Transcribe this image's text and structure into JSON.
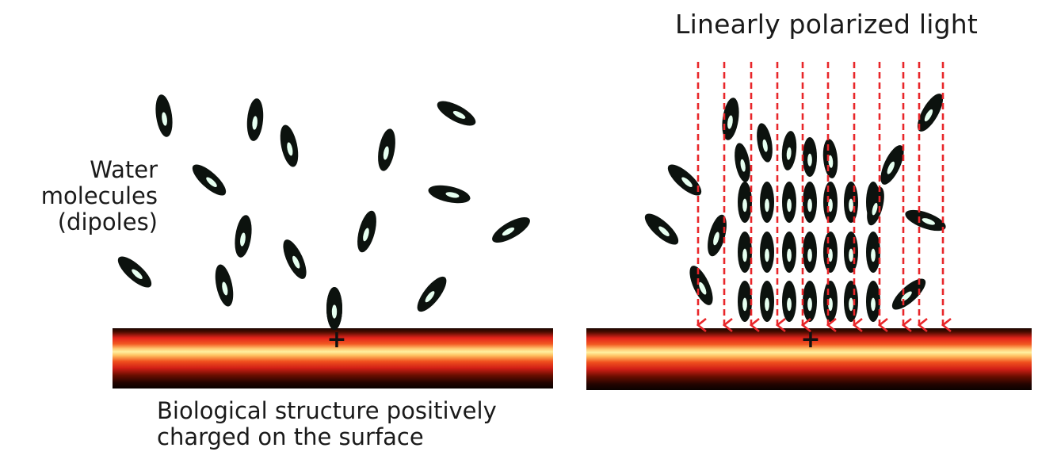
{
  "labels": {
    "water_molecules": [
      "Water",
      "molecules",
      "(dipoles)"
    ],
    "surface": [
      "Biological structure positively",
      "charged on the surface"
    ],
    "light": "Linearly polarized light",
    "charge_sign": "+"
  },
  "colors": {
    "arrow": "#e8262a",
    "dipole": "#0c120e",
    "dipole_highlight": "#e6fff0",
    "surface_dark": "#1a0500",
    "surface_red": "#e3231a",
    "surface_core": "#fff0a0",
    "text": "#1a1a1a"
  },
  "panels": {
    "left": {
      "state": "random dipole orientation"
    },
    "right": {
      "state": "dipoles aligned by polarized light"
    }
  }
}
